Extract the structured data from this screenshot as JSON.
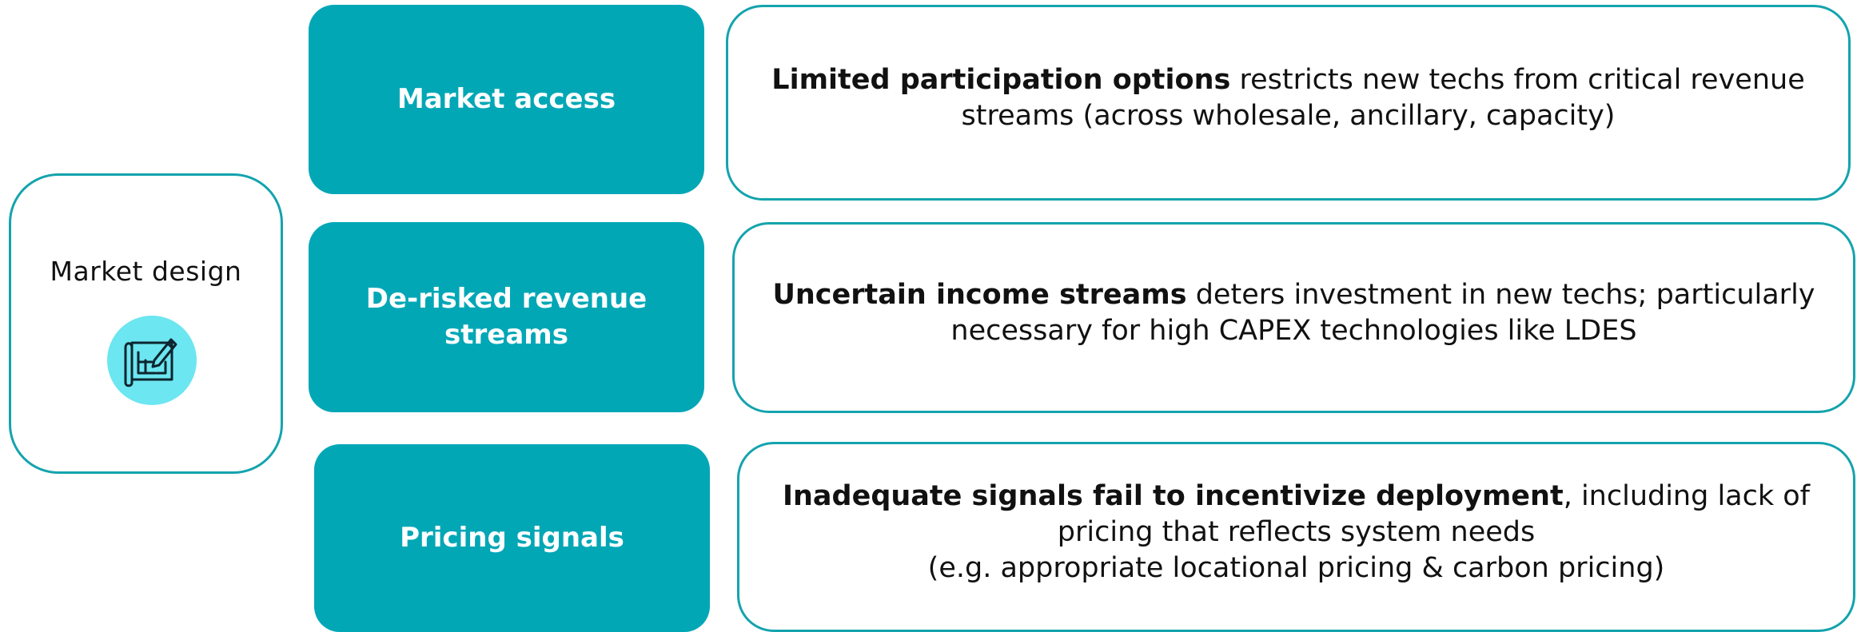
{
  "left_panel": {
    "title": "Market design",
    "icon": "blueprint-icon",
    "icon_bg_color": "#6ce6f0"
  },
  "colors": {
    "teal": "#02a7b6",
    "border": "#14a3ad",
    "text": "#111111"
  },
  "rows": [
    {
      "label": "Market access",
      "bold": "Limited participation options",
      "rest": " restricts new techs from critical revenue streams (across wholesale, ancillary, capacity)",
      "rest_line2": ""
    },
    {
      "label": "De-risked revenue streams",
      "bold": "Uncertain income streams",
      "rest": " deters investment in new techs; particularly necessary for high CAPEX technologies like LDES",
      "rest_line2": ""
    },
    {
      "label": "Pricing signals",
      "bold": "Inadequate signals fail to incentivize deployment",
      "rest": ", including lack of pricing that reflects system needs",
      "rest_line2": "(e.g. appropriate locational pricing & carbon pricing)"
    }
  ]
}
